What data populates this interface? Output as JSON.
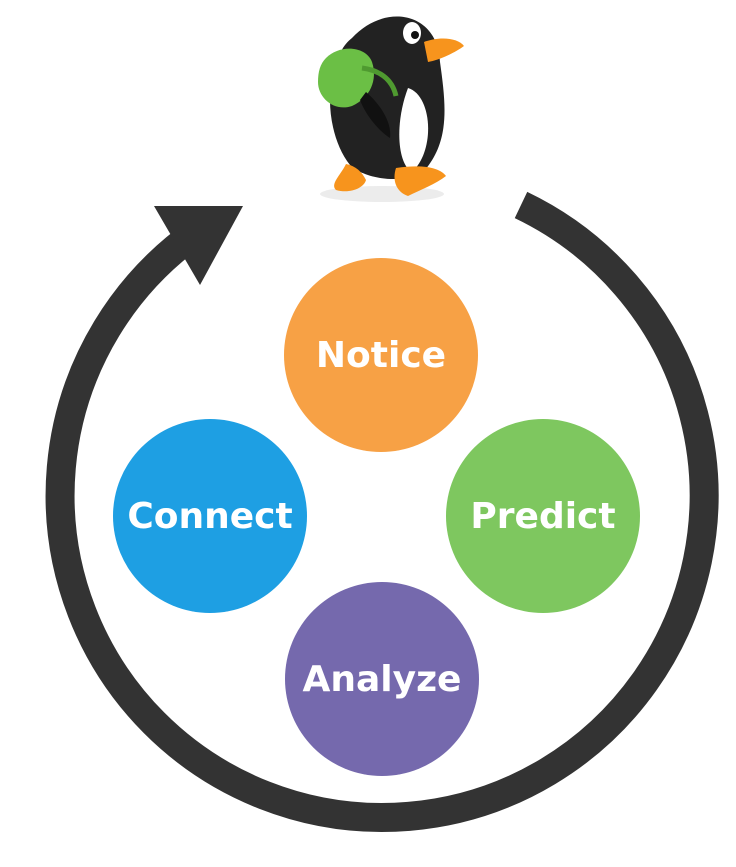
{
  "mascot": {
    "icon": "penguin-with-backpack-icon",
    "body_color": "#222222",
    "beak_color": "#f7941d",
    "backpack_color": "#6bbf45"
  },
  "cycle_arrow": {
    "color": "#333333",
    "direction": "clockwise"
  },
  "nodes": [
    {
      "label": "Notice",
      "color": "#f7a145"
    },
    {
      "label": "Predict",
      "color": "#7ec75f"
    },
    {
      "label": "Analyze",
      "color": "#7569ad"
    },
    {
      "label": "Connect",
      "color": "#1e9fe3"
    }
  ]
}
